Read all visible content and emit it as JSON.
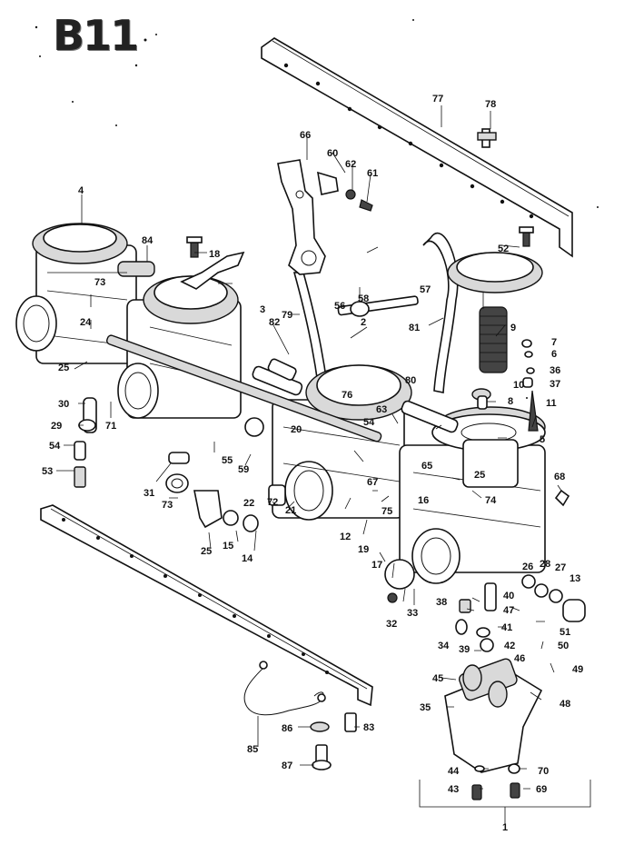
{
  "title": "B11",
  "callouts": [
    {
      "n": "1"
    },
    {
      "n": "2"
    },
    {
      "n": "3"
    },
    {
      "n": "4"
    },
    {
      "n": "5"
    },
    {
      "n": "6"
    },
    {
      "n": "7"
    },
    {
      "n": "8"
    },
    {
      "n": "9"
    },
    {
      "n": "10"
    },
    {
      "n": "11"
    },
    {
      "n": "12"
    },
    {
      "n": "13"
    },
    {
      "n": "14"
    },
    {
      "n": "15"
    },
    {
      "n": "16"
    },
    {
      "n": "17"
    },
    {
      "n": "18"
    },
    {
      "n": "19"
    },
    {
      "n": "20"
    },
    {
      "n": "21"
    },
    {
      "n": "22"
    },
    {
      "n": "24"
    },
    {
      "n": "25"
    },
    {
      "n": "25"
    },
    {
      "n": "25"
    },
    {
      "n": "26"
    },
    {
      "n": "27"
    },
    {
      "n": "28"
    },
    {
      "n": "29"
    },
    {
      "n": "30"
    },
    {
      "n": "31"
    },
    {
      "n": "32"
    },
    {
      "n": "33"
    },
    {
      "n": "34"
    },
    {
      "n": "35"
    },
    {
      "n": "36"
    },
    {
      "n": "37"
    },
    {
      "n": "38"
    },
    {
      "n": "39"
    },
    {
      "n": "40"
    },
    {
      "n": "41"
    },
    {
      "n": "42"
    },
    {
      "n": "43"
    },
    {
      "n": "44"
    },
    {
      "n": "45"
    },
    {
      "n": "46"
    },
    {
      "n": "47"
    },
    {
      "n": "48"
    },
    {
      "n": "49"
    },
    {
      "n": "50"
    },
    {
      "n": "51"
    },
    {
      "n": "52"
    },
    {
      "n": "53"
    },
    {
      "n": "54"
    },
    {
      "n": "54"
    },
    {
      "n": "55"
    },
    {
      "n": "56"
    },
    {
      "n": "57"
    },
    {
      "n": "58"
    },
    {
      "n": "59"
    },
    {
      "n": "60"
    },
    {
      "n": "61"
    },
    {
      "n": "62"
    },
    {
      "n": "63"
    },
    {
      "n": "65"
    },
    {
      "n": "66"
    },
    {
      "n": "67"
    },
    {
      "n": "68"
    },
    {
      "n": "69"
    },
    {
      "n": "70"
    },
    {
      "n": "71"
    },
    {
      "n": "72"
    },
    {
      "n": "73"
    },
    {
      "n": "73"
    },
    {
      "n": "74"
    },
    {
      "n": "75"
    },
    {
      "n": "76"
    },
    {
      "n": "77"
    },
    {
      "n": "78"
    },
    {
      "n": "79"
    },
    {
      "n": "80"
    },
    {
      "n": "81"
    },
    {
      "n": "82"
    },
    {
      "n": "83"
    },
    {
      "n": "84"
    },
    {
      "n": "85"
    },
    {
      "n": "86"
    },
    {
      "n": "87"
    }
  ]
}
